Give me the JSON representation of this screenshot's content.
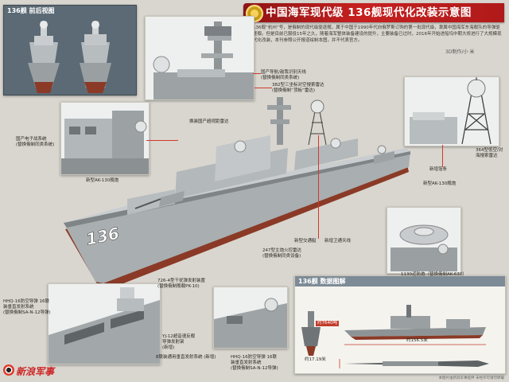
{
  "header": {
    "title": "中国海军现代级 136舰现代化改装示意图"
  },
  "intro": {
    "text": "136舰“杭州”号，是俄制的现代级驱逐舰，属于中国于1990年代向俄罗斯订购的第一批现代级，隶属中国海军东海舰队的导弹驱逐舰。但是目前已服役15年之久，随着海军整体装备建设的提升，主要装备已过时，2016年开始进船坞中期大修进行了大规模现代化改装，本刊参照公开报道绘制本图，并不代表官方。"
  },
  "credit": {
    "text": "3D制作/小 米"
  },
  "panels": {
    "front_rear": {
      "title": "136舰 前后视图"
    },
    "data": {
      "title": "136舰 数据图解",
      "draft_label": "约7640吨",
      "length_label": "约156.5米",
      "beam_label": "约17.19米"
    }
  },
  "ship": {
    "hull_number": "136"
  },
  "callouts": {
    "c1": "国产导航/敌我识别天线\n(替换俄制同类系统)",
    "c2": "382型三坐标对空搜索雷达\n(替换俄制“顶板”雷达)",
    "c3": "换装国产超视距雷达",
    "c4": "国产电子战系统\n(替换俄制同类系统)",
    "c5": "新型AK-130舰炮",
    "c6": "新型交通艇",
    "c7": "新增卫通天线",
    "c8": "247型主炮火控雷达\n(替换俄制同类设备)",
    "c9": "1130近防炮（替换俄制AK-630）",
    "c10": "364型低空/对\n海搜索雷达",
    "c11": "新增箔条",
    "c12": "新型AK-130舰炮",
    "c13": "726-4型干扰弹发射装置\n(替换俄制舰载PK-10)",
    "c14": "HHQ-16防空导弹 16联\n装垂直发射系统\n(替换俄制SA-N-12导弹)",
    "c15": "YJ-12超音速反舰\n导弹发射架\n(新增)",
    "c16": "8联装通用垂直发射系统\n(新增)",
    "c17": "HHQ-16防空导弹 16联\n装垂直发射系统\n(替换俄制SA-N-12导弹)"
  },
  "branding": {
    "logo": "新浪军事"
  },
  "footer": {
    "text": "本图片由新浪军事提供 未经许可请勿转载"
  },
  "colors": {
    "banner_red": "#c62020",
    "hull_grey": "#a9aeb0",
    "hull_bottom": "#8a3a26",
    "deck_dark": "#6f7477"
  }
}
